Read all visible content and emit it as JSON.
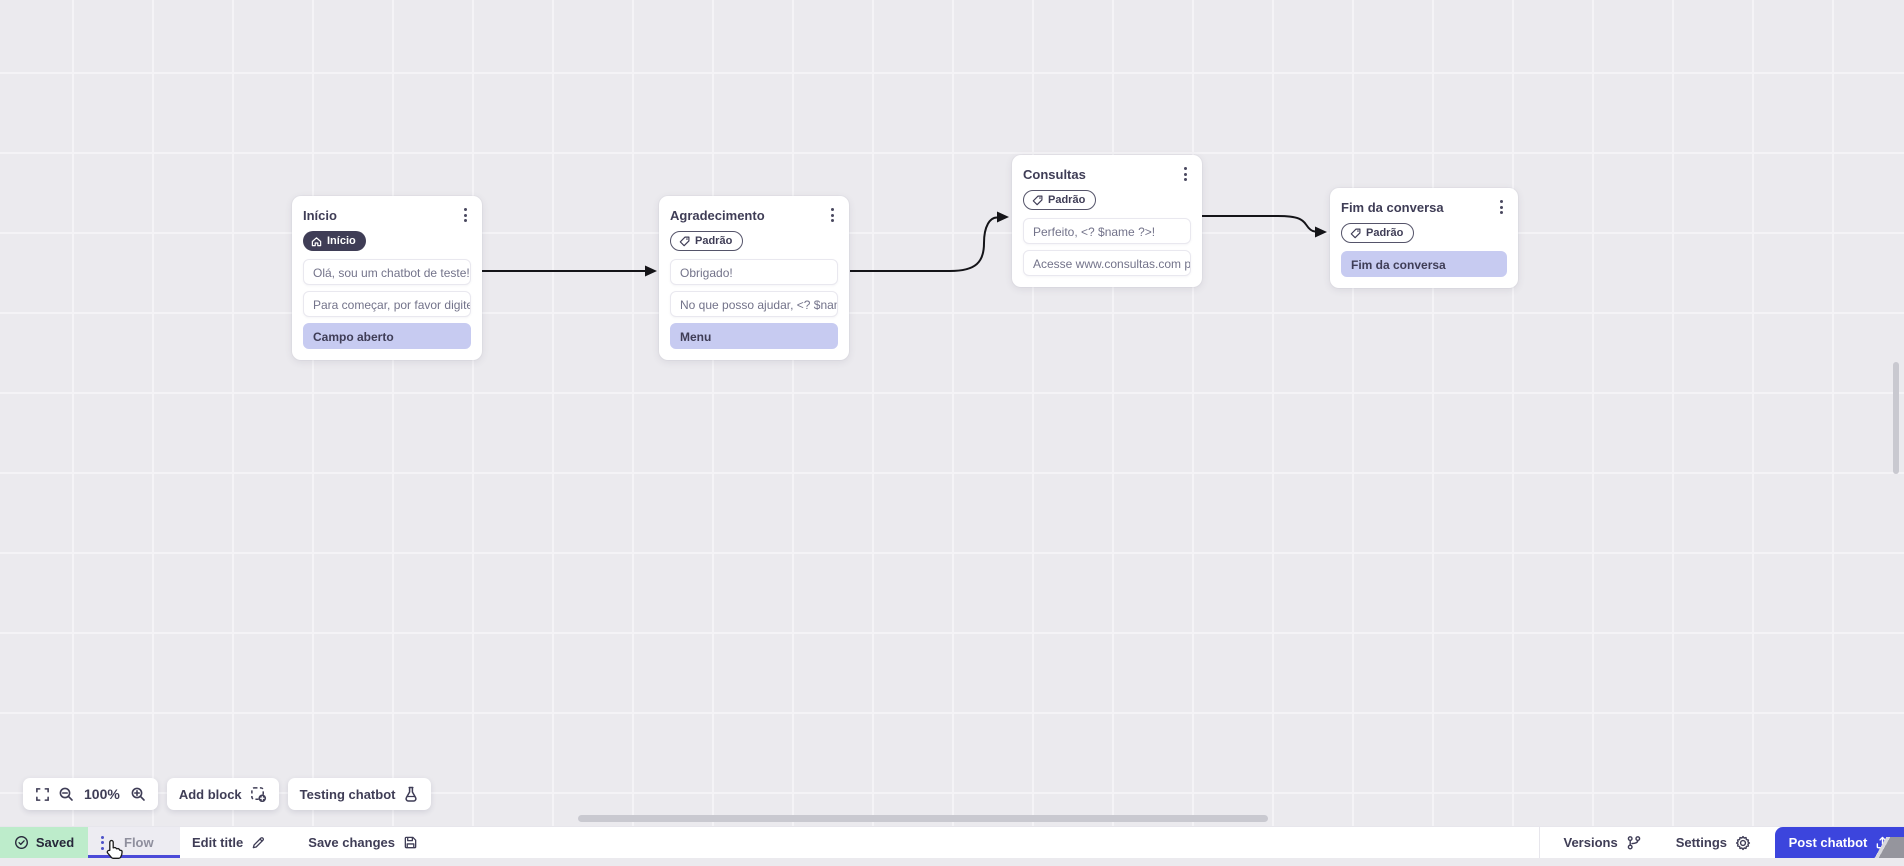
{
  "colors": {
    "canvas-bg": "#ebeaee",
    "grid-line": "#f4f3f6",
    "ink": "#3f3d56",
    "highlight": "#c7cbf1",
    "accent": "#3c45dd",
    "accent2": "#4b4ad8",
    "saved-green": "#bdeccb"
  },
  "canvas": {
    "nodes": [
      {
        "title": "Início",
        "badge": {
          "label": "Início",
          "icon": "home-icon",
          "style": "dark"
        },
        "items": [
          {
            "label": "Olá, sou um chatbot de teste!"
          },
          {
            "label": "Para começar, por favor digite o ..."
          },
          {
            "label": "Campo aberto",
            "highlight": true
          }
        ]
      },
      {
        "title": "Agradecimento",
        "badge": {
          "label": "Padrão",
          "icon": "tag-icon",
          "style": "outline"
        },
        "items": [
          {
            "label": "Obrigado!"
          },
          {
            "label": "No que posso ajudar, <? $name ..."
          },
          {
            "label": "Menu",
            "highlight": true
          }
        ]
      },
      {
        "title": "Consultas",
        "badge": {
          "label": "Padrão",
          "icon": "tag-icon",
          "style": "outline"
        },
        "items": [
          {
            "label": "Perfeito, <? $name ?>!"
          },
          {
            "label": "Acesse www.consultas.com par..."
          }
        ]
      },
      {
        "title": "Fim da conversa",
        "badge": {
          "label": "Padrão",
          "icon": "tag-icon",
          "style": "outline"
        },
        "items": [
          {
            "label": "Fim da conversa",
            "highlight": true
          }
        ]
      }
    ],
    "connections": [
      {
        "from": "Início",
        "to": "Agradecimento"
      },
      {
        "from": "Agradecimento",
        "to": "Consultas"
      },
      {
        "from": "Consultas",
        "to": "Fim da conversa"
      }
    ]
  },
  "toolbar": {
    "zoom_level": "100%",
    "add_block_label": "Add block",
    "testing_label": "Testing chatbot"
  },
  "statusbar": {
    "saved_label": "Saved",
    "flow_tab_label": "Flow",
    "edit_title_label": "Edit title",
    "save_changes_label": "Save changes",
    "versions_label": "Versions",
    "settings_label": "Settings",
    "post_chatbot_label": "Post chatbot"
  }
}
